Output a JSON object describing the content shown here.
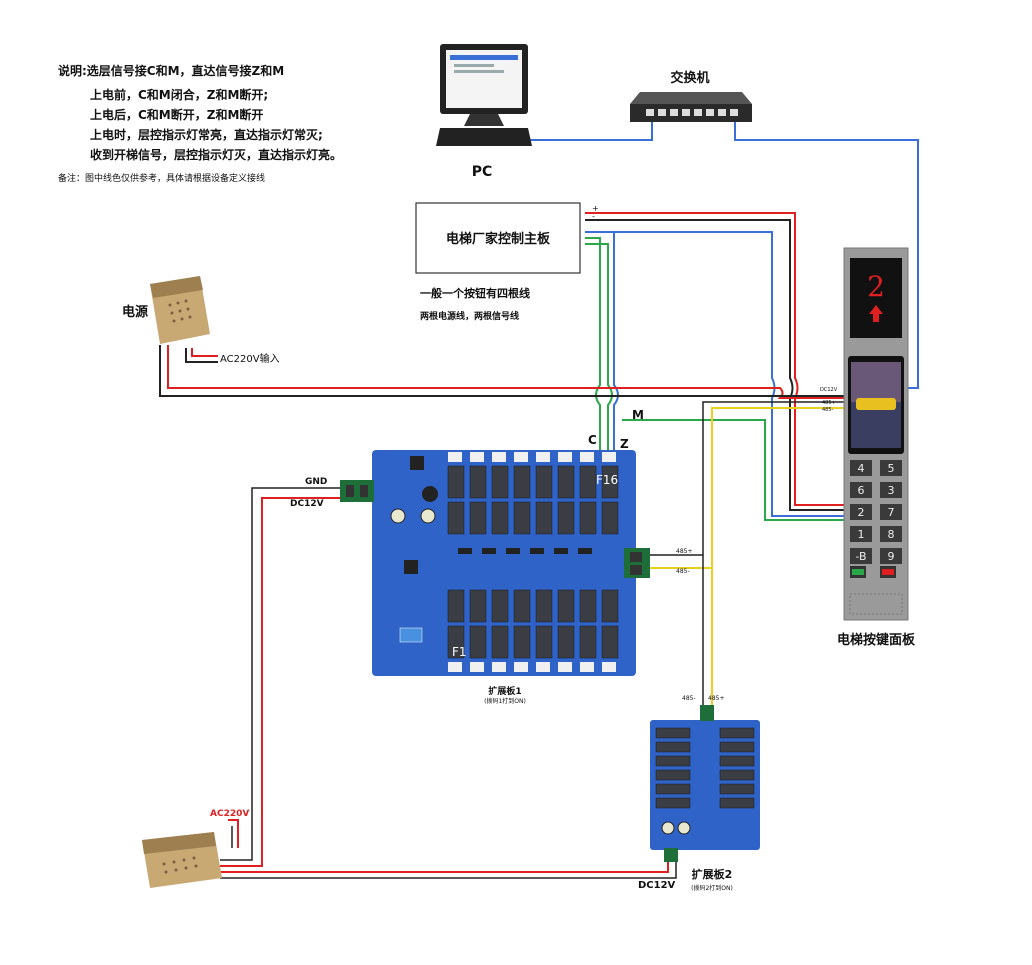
{
  "notes": {
    "line1": "说明:选层信号接C和M，直达信号接Z和M",
    "line2": "上电前，C和M闭合，Z和M断开;",
    "line3": "上电后，C和M断开，Z和M断开",
    "line4": "上电时，层控指示灯常亮，直达指示灯常灭;",
    "line5": "收到开梯信号，层控指示灯灭，直达指示灯亮。",
    "remark": "备注：图中线色仅供参考，具体请根据设备定义接线"
  },
  "pc": {
    "label": "PC"
  },
  "switch": {
    "label": "交换机"
  },
  "controller": {
    "label": "电梯厂家控制主板",
    "plus": "+",
    "minus": "-",
    "desc1": "一般一个按钮有四根线",
    "desc2": "两根电源线，两根信号线"
  },
  "power_top": {
    "label": "电源",
    "input": "AC220V输入"
  },
  "signals": {
    "c": "C",
    "z": "Z",
    "m": "M"
  },
  "board1": {
    "gnd": "GND",
    "dc": "DC12V",
    "f16": "F16",
    "f1": "F1",
    "label": "扩展板1",
    "sub": "(拨码1打到ON)",
    "rs_plus": "485+",
    "rs_minus": "485-"
  },
  "board2": {
    "label": "扩展板2",
    "sub": "(拨码2打到ON)",
    "rs_minus": "485-",
    "rs_plus": "485+",
    "dc": "DC12V"
  },
  "power_bottom": {
    "input": "AC220V"
  },
  "panel": {
    "label": "电梯按键面板",
    "floor": "2",
    "dc": "DC12V",
    "rs_plus": "485+",
    "rs_minus": "485-",
    "keys": [
      "4",
      "5",
      "6",
      "3",
      "2",
      "7",
      "1",
      "8",
      "-B",
      "9"
    ]
  },
  "colors": {
    "red": "#e02020",
    "blue": "#3a6fd8",
    "green": "#2aa84a",
    "yellow": "#e8d020",
    "black": "#222222",
    "board": "#2f63c8"
  }
}
